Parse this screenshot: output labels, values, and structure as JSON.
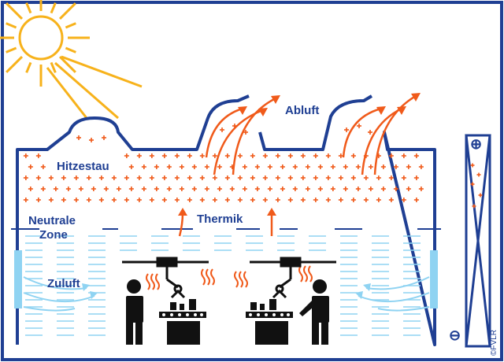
{
  "labels": {
    "hitzestau": "Hitzestau",
    "abluft": "Abluft",
    "neutrale_zone_line1": "Neutrale",
    "neutrale_zone_line2": "Zone",
    "thermik": "Thermik",
    "zuluft": "Zuluft"
  },
  "gauge": {
    "plus_symbol": "⊕",
    "minus_symbol": "⊖"
  },
  "credit": "©FVLR",
  "colors": {
    "frame_blue": "#1f3f93",
    "heat_orange": "#f05a1a",
    "airflow_light_blue": "#8fd3f2",
    "sun_yellow": "#f7b21b",
    "figure_black": "#111111"
  }
}
